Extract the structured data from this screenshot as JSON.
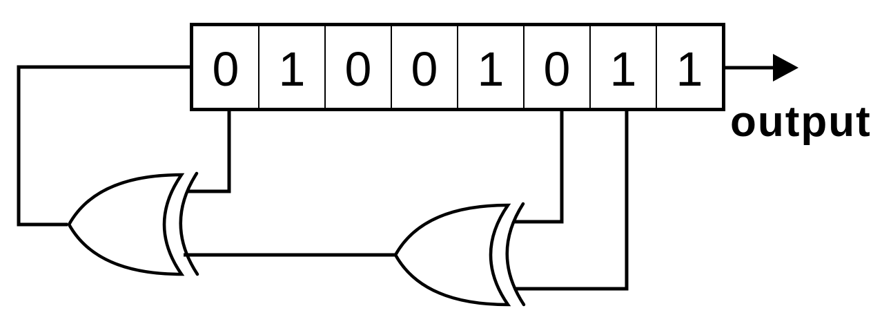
{
  "figure": {
    "background": "#ffffff",
    "stroke_color": "#000000",
    "description_icon": "lfsr-shift-register-diagram"
  },
  "register": {
    "cell_count": 8,
    "bits": [
      "0",
      "1",
      "0",
      "0",
      "1",
      "0",
      "1",
      "1"
    ],
    "tap_cell_indices": [
      0,
      5,
      6
    ]
  },
  "output": {
    "label": "output",
    "arrow_icon": "arrow-right-icon"
  },
  "gates": {
    "left": {
      "type": "XOR",
      "icon": "xor-gate-icon"
    },
    "right": {
      "type": "XOR",
      "icon": "xor-gate-icon"
    }
  }
}
